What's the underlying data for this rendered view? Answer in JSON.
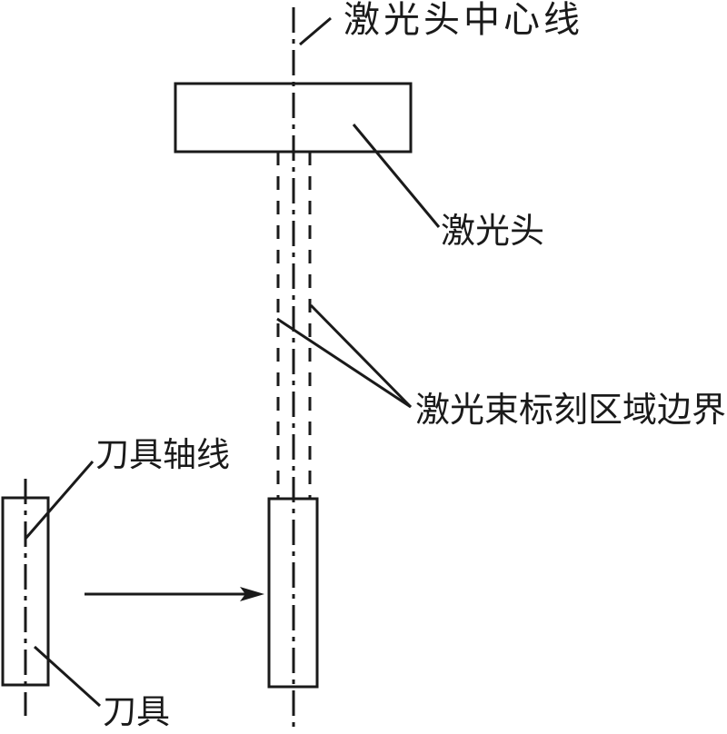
{
  "colors": {
    "line": "#1a1a1a",
    "background": "#ffffff",
    "text": "#1a1a1a"
  },
  "labels": {
    "laser_head_centerline": "激光头中心线",
    "laser_head": "激光头",
    "laser_beam_boundary": "激光束标刻区域边界",
    "tool_axis": "刀具轴线",
    "tool": "刀具"
  }
}
